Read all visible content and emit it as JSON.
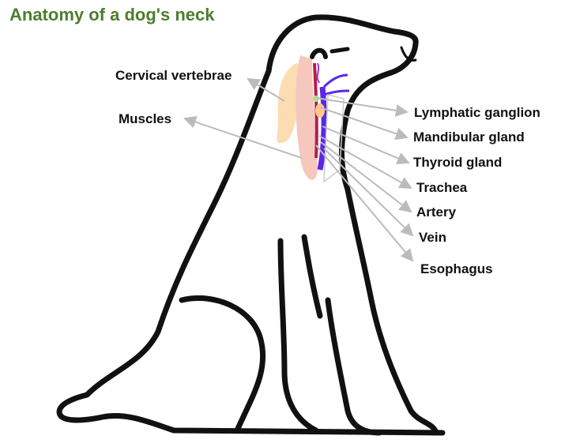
{
  "title": "Anatomy of a dog's neck",
  "labels": {
    "cervical_vertebrae": "Cervical vertebrae",
    "muscles": "Muscles",
    "lymphatic_ganglion": "Lymphatic ganglion",
    "mandibular_gland": "Mandibular gland",
    "thyroid_gland": "Thyroid gland",
    "trachea": "Trachea",
    "artery": "Artery",
    "vein": "Vein",
    "esophagus": "Esophagus"
  },
  "colors": {
    "title": "#4e7d2e",
    "outline": "#111111",
    "leader": "#bbbbbb",
    "vertebrae": "#fbd9a8",
    "muscle": "#f6c7bd",
    "artery": "#b0204a",
    "vein": "#5a28e6",
    "nerve": "#a030e0"
  }
}
